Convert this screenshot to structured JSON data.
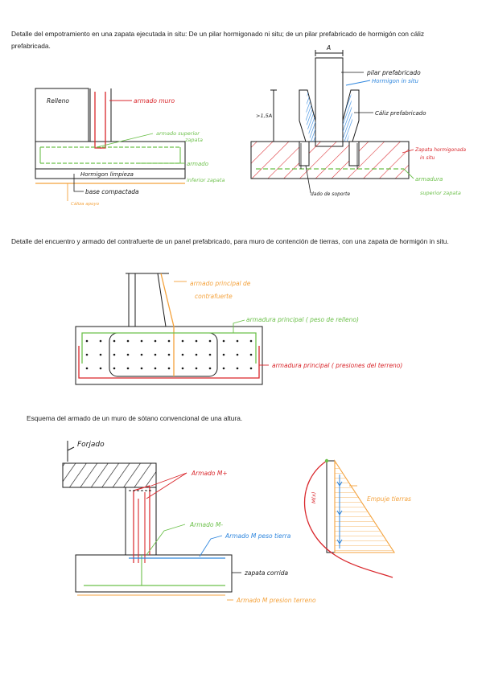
{
  "captions": {
    "fig1": "Detalle del empotramiento en una zapata ejecutada in situ: De un pilar hormigonado ni situ; de un pilar prefabricado de hormigón con cáliz prefabricada.",
    "fig2": "Detalle del encuentro y armado del contrafuerte de un panel prefabricado, para muro de contención de tierras, con una zapata de hormigón in situ.",
    "fig3": "Esquema del armado de un muro de sótano convencional de una altura."
  },
  "fig1_left": {
    "relleno": "Relleno",
    "armado_muro": "armado muro",
    "armado_superior_zapata_1": "armado superior",
    "armado_superior_zapata_2": "zapata",
    "armado_inferior_1": "armado",
    "armado_inferior_2": "inferior zapata",
    "hormigon_limpieza": "Hormigon limpieza",
    "base_compactada": "base compactada",
    "caliza_apoyo": "Cáliza apoyo"
  },
  "fig1_right": {
    "dim_a": "A",
    "dim_h": ">1,5A",
    "pilar_prefabricado": "pilar prefabricado",
    "hormigon_in_situ": "Hormigon in situ",
    "caliz_prefabricado": "Cáliz prefabricado",
    "zapata_hormigonada_1": "Zapata hormigonada",
    "zapata_hormigonada_2": "in situ",
    "armadura_superior_1": "armadura",
    "armadura_superior_2": "superior zapata",
    "dado_de_soporte": "dado de soporte"
  },
  "fig2": {
    "armado_contrafuerte_1": "armado principal de",
    "armado_contrafuerte_2": "contrafuerte",
    "armadura_peso_relleno": "armadura principal ( peso de relleno)",
    "armadura_presiones": "armadura principal ( presiones del terreno)"
  },
  "fig3": {
    "forjado": "Forjado",
    "armado_m_pos": "Armado M+",
    "armado_m_neg": "Armado M-",
    "armado_m_peso": "Armado M peso tierra",
    "zapata_corrida": "zapata corrida",
    "armado_m_presion": "Armado M presion terreno",
    "empuje_tierras": "Empuje tierras",
    "diagram_label": "M(x)"
  },
  "colors": {
    "ink": "#1a1a1a",
    "red": "#d9262b",
    "green": "#6cc04a",
    "orange": "#f4a23c",
    "blue": "#2e86de"
  }
}
